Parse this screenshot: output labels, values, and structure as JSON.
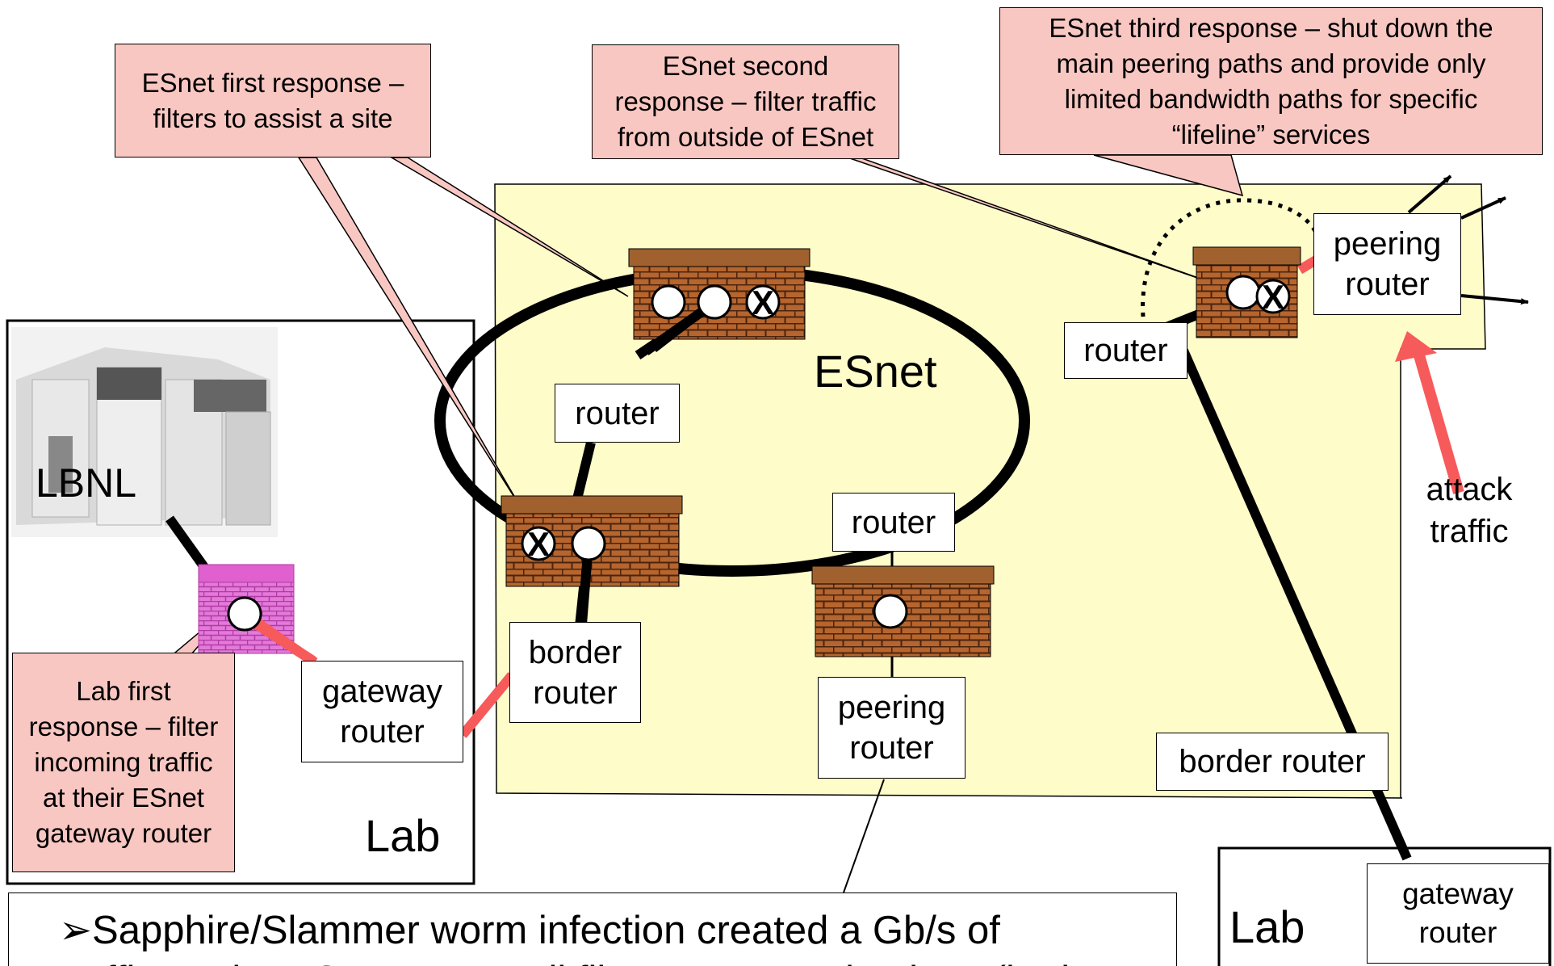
{
  "diagram": {
    "network_label": "ESnet",
    "lab_left_label": "Lab",
    "lab_right_label": "Lab",
    "lbnl_label": "LBNL",
    "routers": {
      "router_left": "router",
      "router_bottom": "router",
      "router_right": "router",
      "border_router_left": "border\nrouter",
      "peering_router_bottom": "peering\nrouter",
      "peering_router_top_right": "peering\nrouter",
      "border_router_right": "border router",
      "gateway_router_left": "gateway\nrouter",
      "gateway_router_right": "gateway\nrouter"
    },
    "callouts": {
      "first_response": "ESnet first response –\nfilters to assist a site",
      "second_response": "ESnet second\nresponse – filter traffic\nfrom outside of ESnet",
      "third_response": "ESnet third response – shut down the\nmain peering paths and provide only\nlimited bandwidth paths for specific\n“lifeline” services",
      "lab_response": "Lab first\nresponse – filter\nincoming traffic\nat their ESnet\ngateway router"
    },
    "attack_label": "attack\ntraffic",
    "filter_marks": {
      "pass": "",
      "block": "X"
    },
    "bottom_text": "➢Sapphire/Slammer worm infection created a Gb/s of\ntraffic on the ESnet core until filters were put in place (both"
  },
  "colors": {
    "network_fill": "#fefcc9",
    "callout_fill": "#f9c7c2",
    "attack_red": "#f75a5a",
    "brick_dark": "#6e3a1e",
    "brick_cap": "#a0612f",
    "lab_firewall": "#e060d0"
  }
}
